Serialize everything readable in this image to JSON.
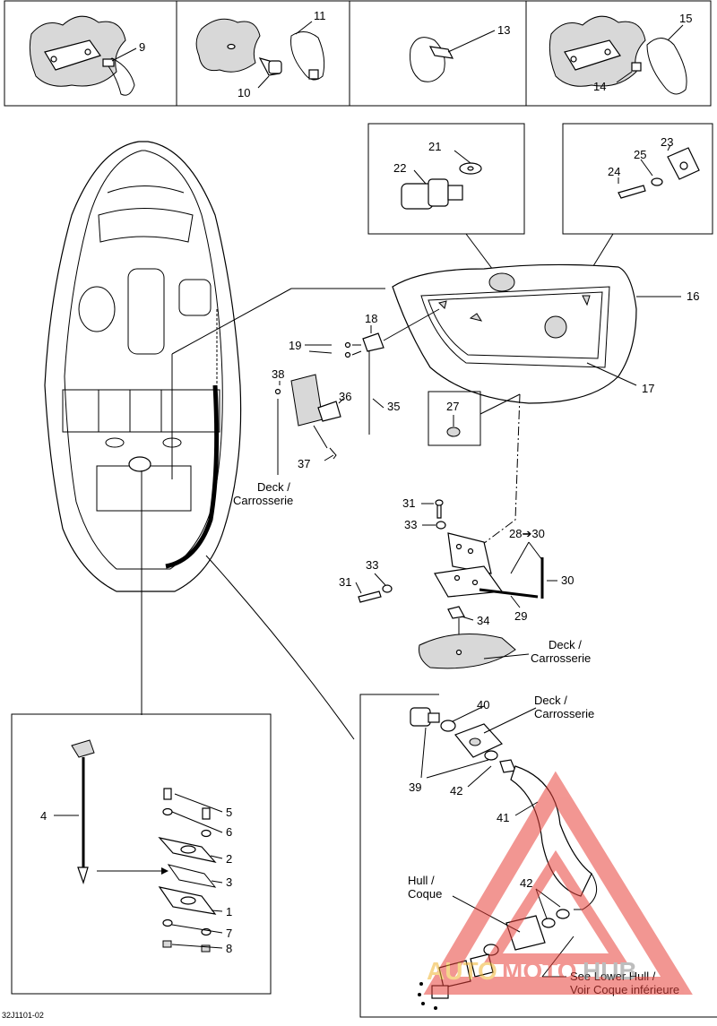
{
  "drawing_code": "32J1101-02",
  "callouts": {
    "c1": "1",
    "c2": "2",
    "c3": "3",
    "c4": "4",
    "c5": "5",
    "c6": "6",
    "c7": "7",
    "c8": "8",
    "c9": "9",
    "c10": "10",
    "c11": "11",
    "c13": "13",
    "c14": "14",
    "c15": "15",
    "c16": "16",
    "c17": "17",
    "c18": "18",
    "c19": "19",
    "c21": "21",
    "c22": "22",
    "c23": "23",
    "c24": "24",
    "c25": "25",
    "c27": "27",
    "c28to30": "28➔30",
    "c29": "29",
    "c30": "30",
    "c31a": "31",
    "c31b": "31",
    "c33a": "33",
    "c33b": "33",
    "c34": "34",
    "c35": "35",
    "c36": "36",
    "c37": "37",
    "c38": "38",
    "c39": "39",
    "c40": "40",
    "c41": "41",
    "c42a": "42",
    "c42b": "42"
  },
  "labels": {
    "deck_left_1": "Deck /",
    "deck_left_2": "Carrosserie",
    "deck_right_1": "Deck /",
    "deck_right_2": "Carrosserie",
    "deck_hose_1": "Deck /",
    "deck_hose_2": "Carrosserie",
    "hull_1": "Hull /",
    "hull_2": "Coque",
    "see_lower_1": "See Lower Hull /",
    "see_lower_2": "Voir Coque inférieure"
  },
  "watermark": {
    "part1": "AUTO",
    "part2": "MOTO",
    "part3": "HUB",
    "color": "#e8413a"
  }
}
